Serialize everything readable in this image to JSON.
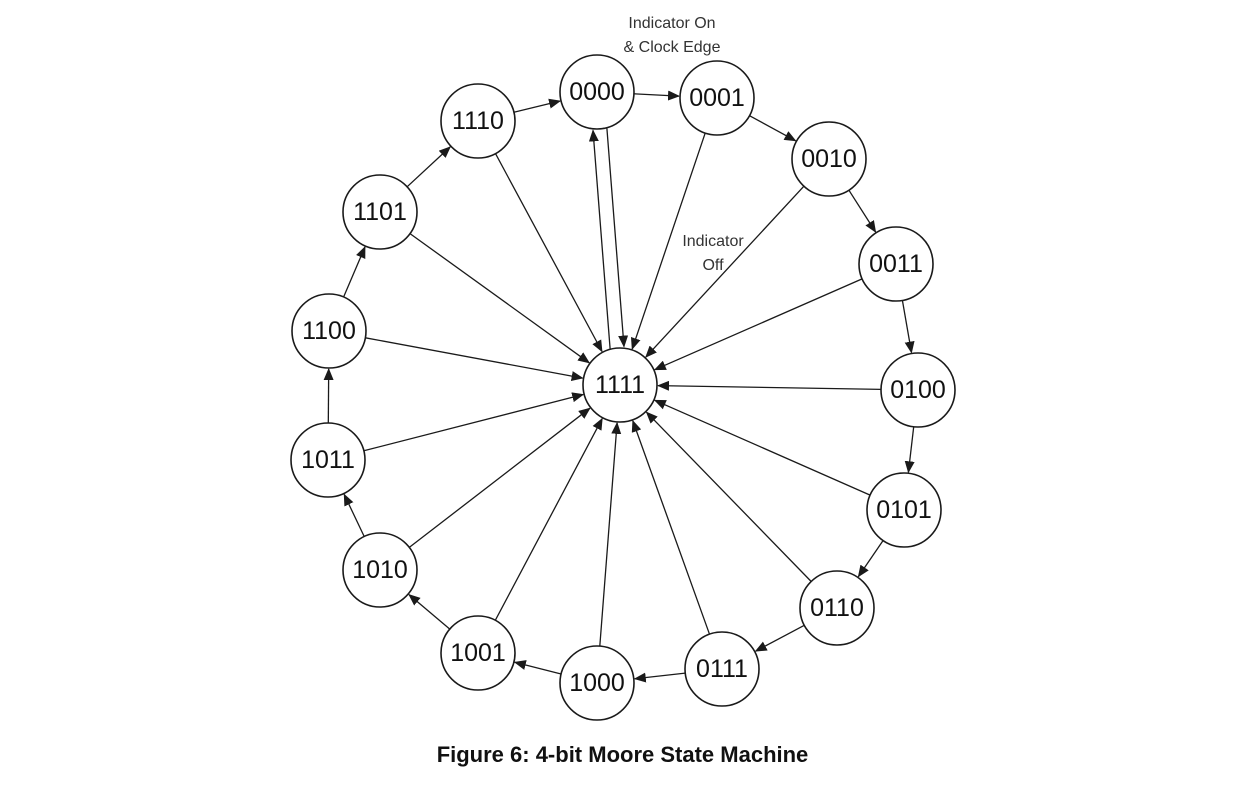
{
  "diagram": {
    "center_state": "1111",
    "ring_states": [
      "0000",
      "0001",
      "0010",
      "0011",
      "0100",
      "0101",
      "0110",
      "0111",
      "1000",
      "1001",
      "1010",
      "1011",
      "1100",
      "1101",
      "1110"
    ],
    "annotations": {
      "indicator_on": [
        "Indicator On",
        "& Clock Edge"
      ],
      "indicator_off": [
        "Indicator",
        "Off"
      ]
    },
    "transitions": {
      "ring_sequence": [
        "0000",
        "0001",
        "0010",
        "0011",
        "0100",
        "0101",
        "0110",
        "0111",
        "1000",
        "1001",
        "1010",
        "1011",
        "1100",
        "1101",
        "1110",
        "0000"
      ],
      "all_to_center": true,
      "center_to": "0000"
    }
  },
  "caption": "Figure 6: 4-bit Moore State Machine"
}
